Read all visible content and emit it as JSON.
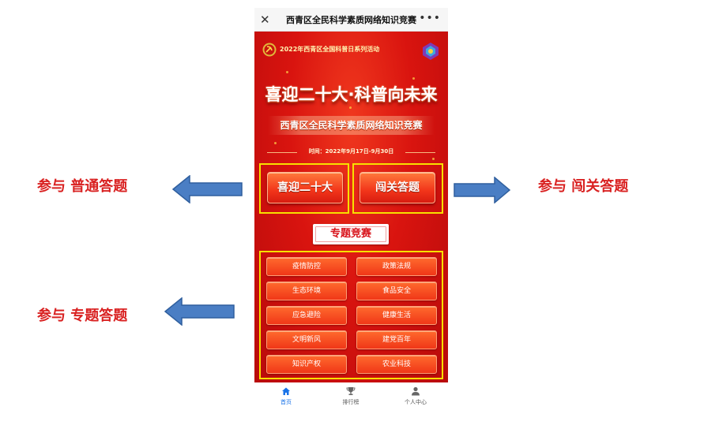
{
  "annotations": {
    "left_top": "参与  普通答题",
    "left_bottom": "参与  专题答题",
    "right": "参与  闯关答题"
  },
  "window": {
    "title": "西青区全民科学素质网络知识竞赛",
    "close_glyph": "✕",
    "more_glyph": "•••"
  },
  "banner": {
    "event_series": "2022年西青区全国科普日系列活动",
    "slogan": "喜迎二十大·科普向未来",
    "contest_title": "西青区全民科学素质网络知识竞赛",
    "date_text": "时间：2022年9月17日-9月30日"
  },
  "buttons": {
    "normal_quiz": "喜迎二十大",
    "level_quiz": "闯关答题",
    "section_label": "专题竞赛"
  },
  "topics": [
    "疫情防控",
    "政策法规",
    "生态环境",
    "食品安全",
    "应急避险",
    "健康生活",
    "文明新风",
    "建党百年",
    "知识产权",
    "农业科技"
  ],
  "tabs": [
    {
      "label": "首页",
      "icon": "home-icon",
      "active": true
    },
    {
      "label": "排行榜",
      "icon": "trophy-icon",
      "active": false
    },
    {
      "label": "个人中心",
      "icon": "user-icon",
      "active": false
    }
  ],
  "colors": {
    "annotation_red": "#d92121",
    "highlight_yellow": "#f7e000",
    "arrow_blue": "#4a7ec4",
    "tab_active": "#1a73e8"
  }
}
